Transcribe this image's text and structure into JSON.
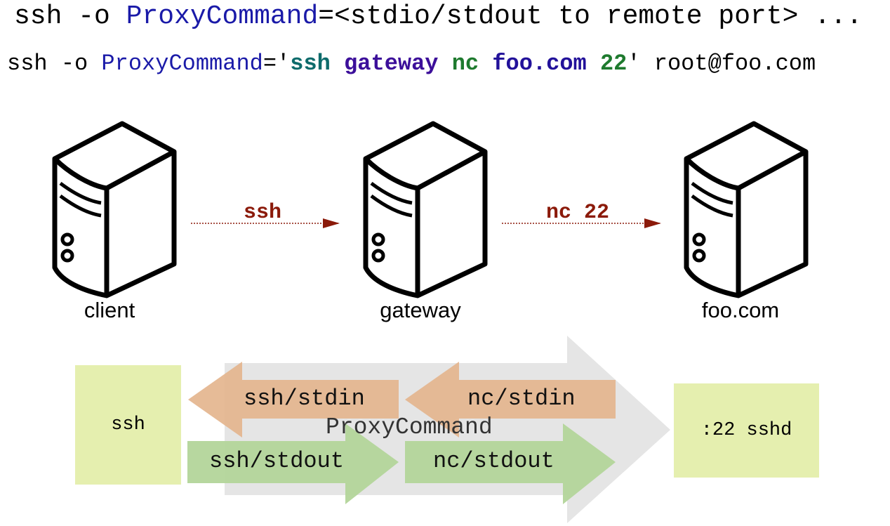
{
  "header": {
    "line1": {
      "ssh": "ssh -o ",
      "proxycommand": "ProxyCommand",
      "rest": "=<stdio/stdout to remote port> ..."
    },
    "line2": {
      "prefix": "ssh -o ",
      "proxycommand": "ProxyCommand",
      "eq": "='",
      "cmd_ssh": "ssh",
      "cmd_gateway": "gateway",
      "cmd_nc": "nc",
      "cmd_host": "foo.com",
      "cmd_port": "22",
      "suffix": "' root@foo.com"
    }
  },
  "servers": {
    "client": "client",
    "gateway": "gateway",
    "target": "foo.com"
  },
  "arrows": {
    "first": "ssh",
    "second": "nc 22"
  },
  "flow": {
    "left_box": "ssh",
    "right_box": ":22 sshd",
    "proxy_label": "ProxyCommand",
    "ssh_stdin": "ssh/stdin",
    "nc_stdin": "nc/stdin",
    "ssh_stdout": "ssh/stdout",
    "nc_stdout": "nc/stdout"
  },
  "colors": {
    "keyword_blue": "#1a1aa8",
    "teal": "#0d6b6b",
    "purple": "#3c0f9a",
    "green": "#1e7a2e",
    "navy": "#22119a",
    "dark_red": "#8b1a0a",
    "box_fill": "#e5efaf",
    "stdin_arrow": "#e3b48c",
    "stdout_arrow": "#b3d59a",
    "proxy_bg": "#e5e5e5"
  }
}
